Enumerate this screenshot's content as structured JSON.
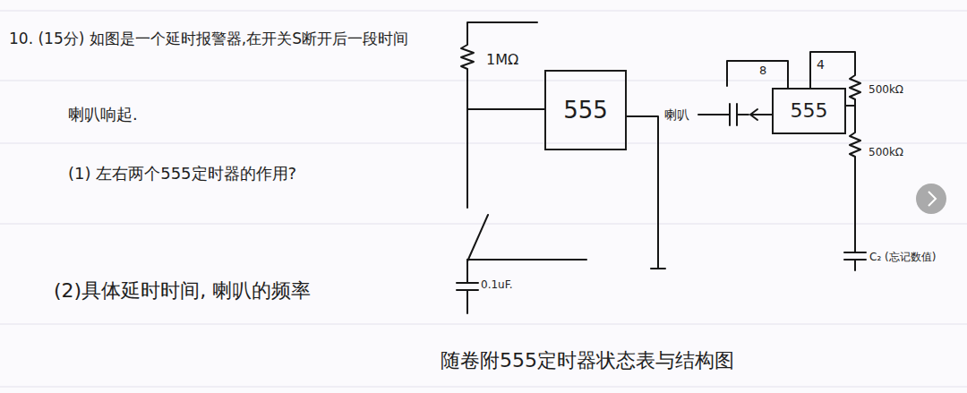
{
  "diagram": {
    "nodes": [
      {
        "text": [
          "555"
        ]
      },
      {
        "text": [
          "555"
        ]
      }
    ],
    "labels": [
      "10. (15分) 如图是一个延时报警器,在开关S断开后一段时间",
      "喇叭响起.",
      "(1) 左右两个555定时器的作用?",
      "(2)具体延时时间, 喇叭的频率",
      "随卷附555定时器状态表与结构图",
      "1MΩ",
      "0.1uF.",
      "喇叭",
      "8",
      "4",
      "500kΩ",
      "500kΩ",
      "C₂ (忘记数值)"
    ]
  }
}
